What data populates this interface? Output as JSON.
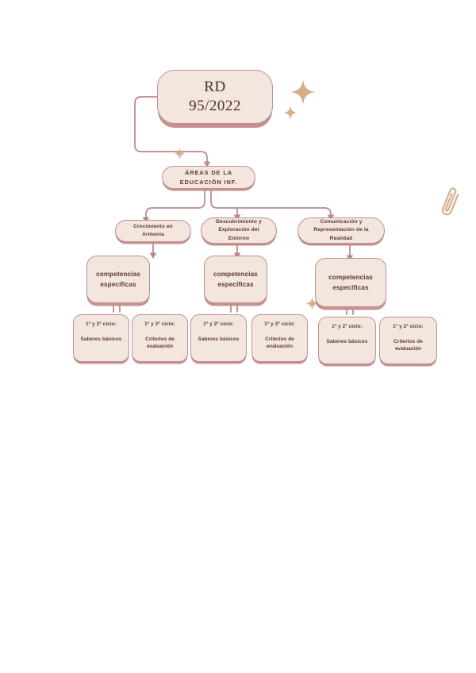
{
  "page": {
    "background": "#ffffff",
    "node_fill": "#f3e6de",
    "node_border": "#c08f90",
    "node_shadow": "#c68f90",
    "text_color": "#5b3634",
    "decor_color": "#c9a07a",
    "connector_color": "#bb8789"
  },
  "diagram": {
    "type": "tree",
    "root": {
      "line1": "RD",
      "line2": "95/2022"
    },
    "subroot": {
      "line1": "ÁREAS DE LA",
      "line2": "EDUCACIÓN INF."
    },
    "areas": [
      {
        "line1": "Crecimiento en",
        "line2": "Armonía",
        "line3": ""
      },
      {
        "line1": "Descubrimiento y",
        "line2": "Exploración del",
        "line3": "Entorno"
      },
      {
        "line1": "Comunicación y",
        "line2": "Representación de la",
        "line3": "Realidad"
      }
    ],
    "competencias": [
      {
        "line1": "competencias",
        "line2": "específicas"
      },
      {
        "line1": "competencias",
        "line2": "específicas"
      },
      {
        "line1": "competencias",
        "line2": "específicas"
      }
    ],
    "leaves": [
      {
        "head": "1º y 2º ciclo:",
        "body1": "Saberes básicos",
        "body2": ""
      },
      {
        "head": "1º y 2º ciclo:",
        "body1": "Criterios de",
        "body2": "evaluación"
      },
      {
        "head": "1º y 2º ciclo:",
        "body1": "Saberes básicos",
        "body2": ""
      },
      {
        "head": "1º y 2º ciclo:",
        "body1": "Criterios de",
        "body2": "evaluación"
      },
      {
        "head": "1º y 2º ciclo:",
        "body1": "Saberes básicos",
        "body2": ""
      },
      {
        "head": "1º y 2º ciclo:",
        "body1": "Criterios de",
        "body2": "evaluación"
      }
    ],
    "decorations": {
      "sparkles": [
        {
          "name": "sparkle-large-top-right"
        },
        {
          "name": "sparkle-small-top-right"
        },
        {
          "name": "sparkle-above-areas"
        },
        {
          "name": "sparkle-mid-right"
        }
      ],
      "paperclip": {
        "name": "paperclip"
      }
    }
  }
}
